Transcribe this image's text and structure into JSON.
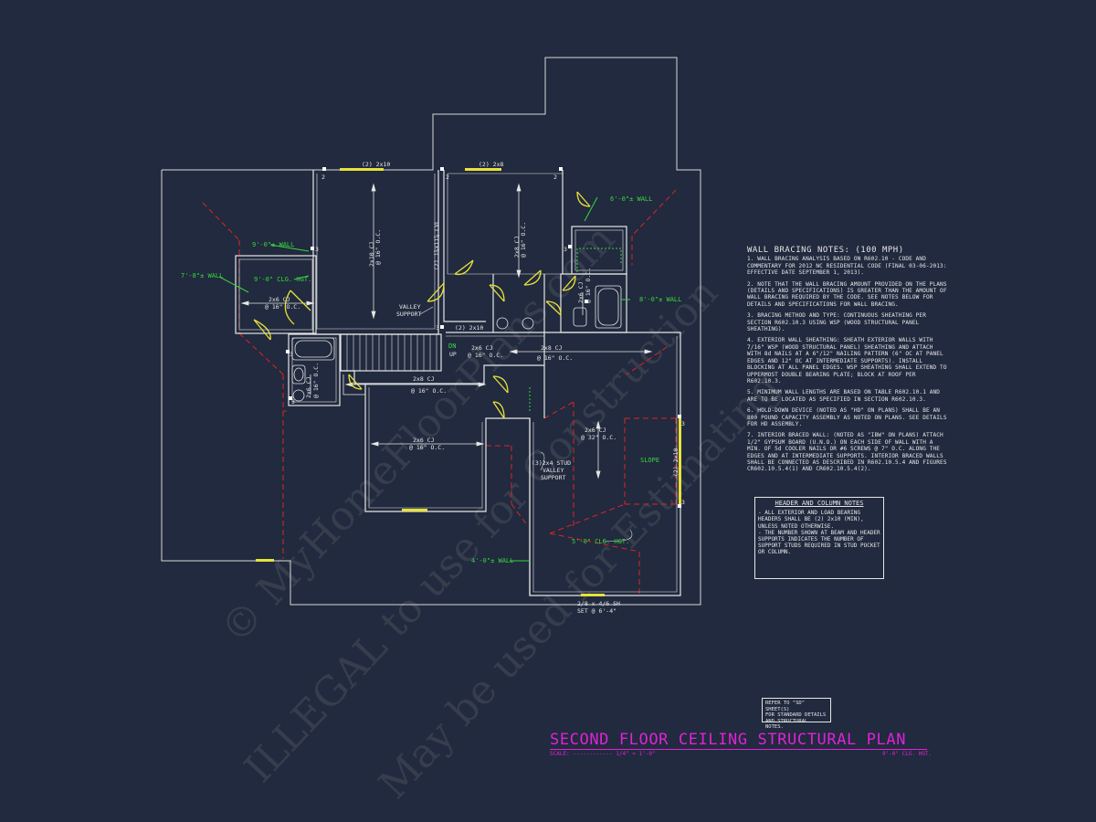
{
  "title": {
    "text": "SECOND FLOOR CEILING STRUCTURAL PLAN",
    "scale": "SCALE: ------------ 1/4\" = 1'-0\"",
    "ceiling": "9'-0\" CLG. HGT."
  },
  "plan_labels": {
    "beam_top_left": "(2) 2x10",
    "beam_top_mid": "(2) 2x8",
    "beam_mid": "(2) 2x10",
    "lvl": "(2) 1¾x11⅞ LVL",
    "valley_support": "VALLEY\nSUPPORT",
    "stud_valley_support": "(3)2x4 STUD\nVALLEY\nSUPPORT",
    "dn": "DN",
    "up": "UP",
    "slope": "SLOPE",
    "window_right": "(2) 2x10",
    "door_bottom": "2/8 x 4/6 SH",
    "door_bottom_set": "SET @ 6'-4\"",
    "cj_2x10": "2x10 CJ",
    "cj_16": "@ 16\" O.C.",
    "cj_2x6": "2x6 CJ",
    "cj_2x8": "2x8 CJ",
    "cj_32": "@ 32\" O.C.",
    "wall_6_0": "6'-0\"± WALL",
    "wall_9_0": "9'-0\"± WALL",
    "wall_7_8": "7'-8\"± WALL",
    "wall_8_0": "8'-0\"± WALL",
    "wall_4_0": "4'-0\"± WALL",
    "clg_9_0": "9'-0\" CLG. HGT.",
    "clg_5_0": "5'-0\" CLG. HGT.",
    "stud_2": "2",
    "stud_3": "3"
  },
  "wall_bracing": {
    "title": "WALL BRACING NOTES: (100 MPH)",
    "notes": [
      "1. WALL BRACING ANALYSIS BASED ON R602.10 - CODE AND COMMENTARY FOR 2012 NC RESIDENTIAL CODE (FINAL 03-06-2013: EFFECTIVE DATE SEPTEMBER 1, 2013).",
      "2. NOTE THAT THE WALL BRACING AMOUNT PROVIDED ON THE PLANS (DETAILS AND SPECIFICATIONS) IS GREATER THAN THE AMOUNT OF WALL BRACING REQUIRED BY THE CODE. SEE NOTES BELOW FOR DETAILS AND SPECIFICATIONS FOR WALL BRACING.",
      "3. BRACING METHOD AND TYPE: CONTINUOUS SHEATHING PER SECTION R602.10.3 USING WSP (WOOD STRUCTURAL PANEL SHEATHING).",
      "4. EXTERIOR WALL SHEATHING: SHEATH EXTERIOR WALLS WITH 7/16\" WSP (WOOD STRUCTURAL PANEL) SHEATHING AND ATTACH WITH 8d NAILS AT A 6\"/12\" NAILING PATTERN (6\" OC AT PANEL EDGES AND 12\" OC AT INTERMEDIATE SUPPORTS). INSTALL BLOCKING AT ALL PANEL EDGES. WSP SHEATHING SHALL EXTEND TO UPPERMOST DOUBLE BEARING PLATE; BLOCK AT ROOF PER R602.10.3.",
      "5. MINIMUM WALL LENGTHS ARE BASED ON TABLE R602.10.1 AND ARE TO BE LOCATED AS SPECIFIED IN SECTION R602.10.3.",
      "6. HOLD-DOWN DEVICE (NOTED AS \"HD\" ON PLANS) SHALL BE AN 800 POUND CAPACITY ASSEMBLY AS NOTED ON PLANS. SEE DETAILS FOR HD ASSEMBLY.",
      "7. INTERIOR BRACED WALL: (NOTED AS \"IBW\" ON PLANS) ATTACH 1/2\" GYPSUM BOARD (U.N.O.) ON EACH SIDE OF WALL WITH A MIN. OF 5d COOLER NAILS OR #6 SCREWS @ 7\" O.C. ALONG THE EDGES AND AT INTERMEDIATE SUPPORTS. INTERIOR BRACED WALLS SHALL BE CONNECTED AS DESCRIBED IN R602.10.5.4 AND FIGURES CR602.10.5.4(1) AND CR602.10.5.4(2)."
    ]
  },
  "header_notes": {
    "title": "HEADER AND COLUMN NOTES",
    "notes": [
      "- ALL EXTERIOR AND LOAD BEARING HEADERS SHALL BE (2) 2x10 (MIN), UNLESS NOTED OTHERWISE.",
      "- THE NUMBER SHOWN AT BEAM AND HEADER SUPPORTS INDICATES THE NUMBER OF SUPPORT STUDS REQUIRED IN STUD POCKET OR COLUMN."
    ]
  },
  "reference_note": "REFER TO \"SD\" SHEET(S)\nFOR STANDARD DETAILS\nAND STRUCTURAL NOTES.",
  "watermark": {
    "line1": "© MyHomeFloorPlans.com",
    "line2": "ILLEGAL to use for Construction",
    "line3": "May be used for Estimating"
  },
  "colors": {
    "background": "#212a3e",
    "lines": "#e6e6e6",
    "hidden": "#e02424",
    "labels_green": "#39d63c",
    "doors": "#e8e23a",
    "title": "#e022d8"
  }
}
